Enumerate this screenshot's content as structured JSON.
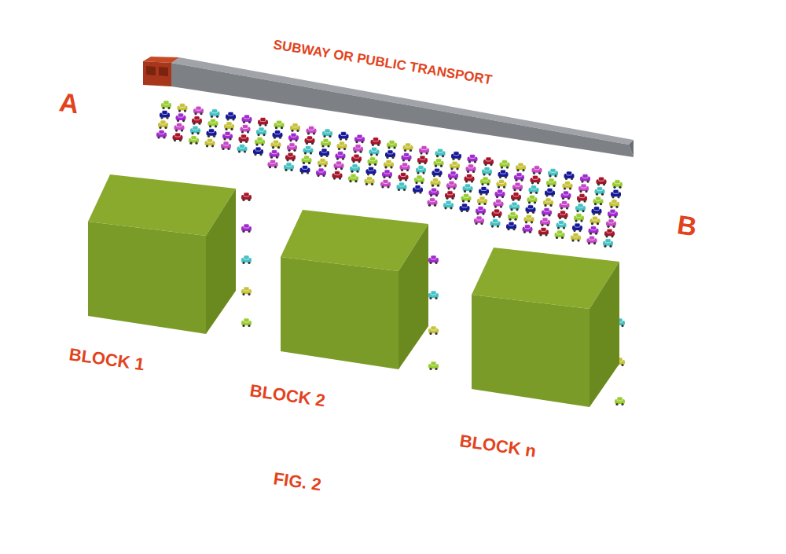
{
  "diagram": {
    "caption": "FIG. 2",
    "nodes": [
      {
        "text": [
          "SUBWAY OR PUBLIC TRANSPORT"
        ]
      },
      {
        "text": [
          "BLOCK 1"
        ]
      },
      {
        "text": [
          "BLOCK 2"
        ]
      },
      {
        "text": [
          "BLOCK n"
        ]
      }
    ],
    "labels": [
      "A",
      "B"
    ]
  }
}
